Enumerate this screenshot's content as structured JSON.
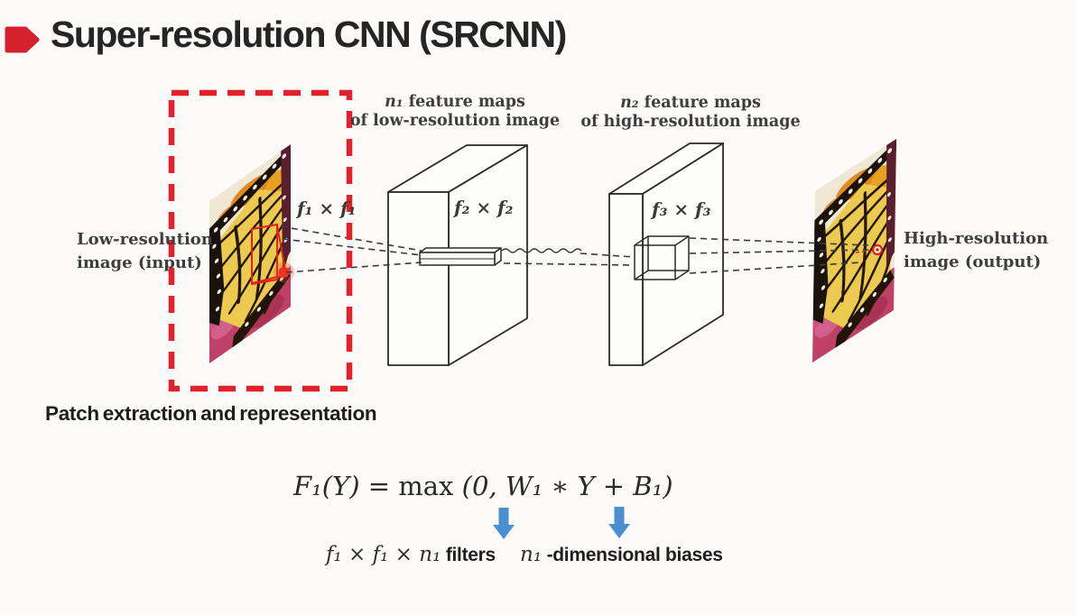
{
  "slide": {
    "title": "Super-resolution CNN (SRCNN)",
    "colors": {
      "accent_red": "#e02128",
      "arrow_blue": "#4a8fd0",
      "line_dark": "#3c3c3c"
    },
    "icons": {
      "bullet": "right-arrow-pentagon",
      "annotation_arrow": "down-block-arrow"
    }
  },
  "diagram": {
    "input_label": {
      "line1": "Low-resolution",
      "line2": "image (input)"
    },
    "output_label": {
      "line1": "High-resolution",
      "line2": "image (output)"
    },
    "n1_caption": {
      "math": "n₁",
      "rest": " feature maps",
      "line2": "of low-resolution image"
    },
    "n2_caption": {
      "math": "n₂",
      "rest": " feature maps",
      "line2": "of high-resolution image"
    },
    "f1_label": "f₁ × f₁",
    "f2_label": "f₂ × f₂",
    "f3_label": "f₃ × f₃",
    "stage_label": "Patch extraction and representation"
  },
  "equation": {
    "lhs": "F₁(Y) = ",
    "op": "max",
    "rhs": " (0, W₁ ∗ Y + B₁)",
    "filters_math": "f₁ × f₁ × n₁",
    "filters_text": " filters",
    "biases_math": "n₁",
    "biases_text": " -dimensional biases"
  }
}
